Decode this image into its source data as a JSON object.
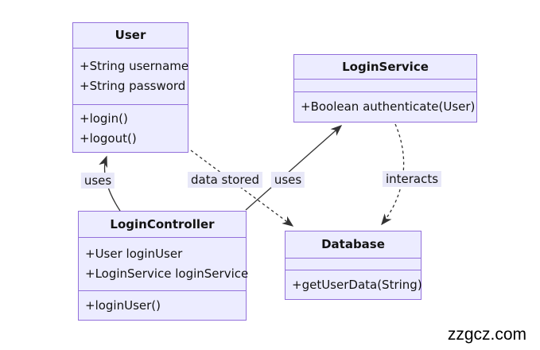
{
  "diagram": {
    "classes": {
      "user": {
        "name": "User",
        "attributes": [
          "+String username",
          "+String password"
        ],
        "methods": [
          "+login()",
          "+logout()"
        ]
      },
      "loginService": {
        "name": "LoginService",
        "attributes": [],
        "methods": [
          "+Boolean authenticate(User)"
        ]
      },
      "loginController": {
        "name": "LoginController",
        "attributes": [
          "+User loginUser",
          "+LoginService loginService"
        ],
        "methods": [
          "+loginUser()"
        ]
      },
      "database": {
        "name": "Database",
        "attributes": [],
        "methods": [
          "+getUserData(String)"
        ]
      }
    },
    "edges": [
      {
        "label": "uses",
        "from": "LoginController",
        "to": "User",
        "line": "solid"
      },
      {
        "label": "data stored",
        "from": "User",
        "to": "Database",
        "line": "dashed"
      },
      {
        "label": "uses",
        "from": "LoginController",
        "to": "LoginService",
        "line": "solid"
      },
      {
        "label": "interacts",
        "from": "LoginService",
        "to": "Database",
        "line": "dashed"
      }
    ],
    "colors": {
      "class_fill": "#ececff",
      "class_border": "#9370db",
      "edge_line": "#333333",
      "edge_label_bg": "#e8e8f8"
    }
  },
  "watermark": {
    "text": "zzgcz.com"
  }
}
